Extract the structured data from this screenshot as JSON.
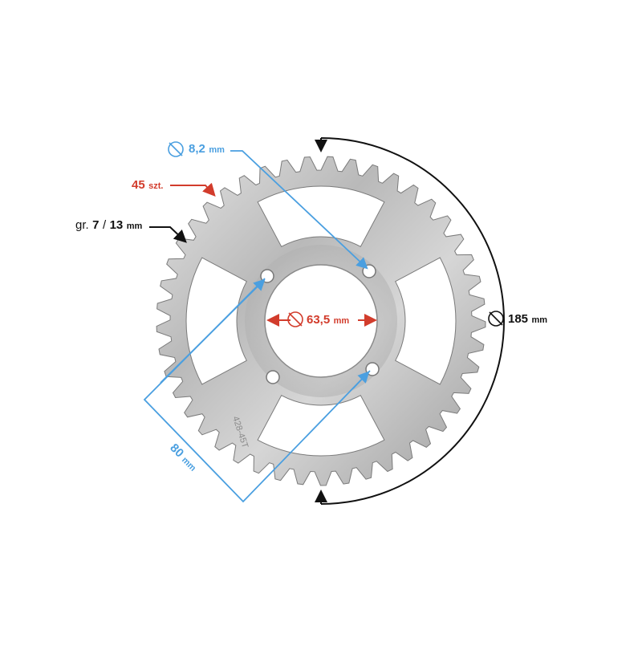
{
  "colors": {
    "blue": "#4a9fe0",
    "red": "#d23c2c",
    "black": "#111111"
  },
  "labels": {
    "bolt_hole": {
      "value": "8,2",
      "unit": "mm"
    },
    "teeth": {
      "value": "45",
      "unit": "szt."
    },
    "thickness": {
      "prefix": "gr.",
      "a": "7",
      "sep": "/",
      "b": "13",
      "unit": "mm"
    },
    "center_bore": {
      "value": "63,5",
      "unit": "mm"
    },
    "outer_diameter": {
      "value": "185",
      "unit": "mm"
    },
    "bolt_spacing": {
      "value": "80",
      "unit": "mm"
    }
  },
  "stamp_text": "428-45T",
  "icons": [
    "diameter-icon"
  ]
}
